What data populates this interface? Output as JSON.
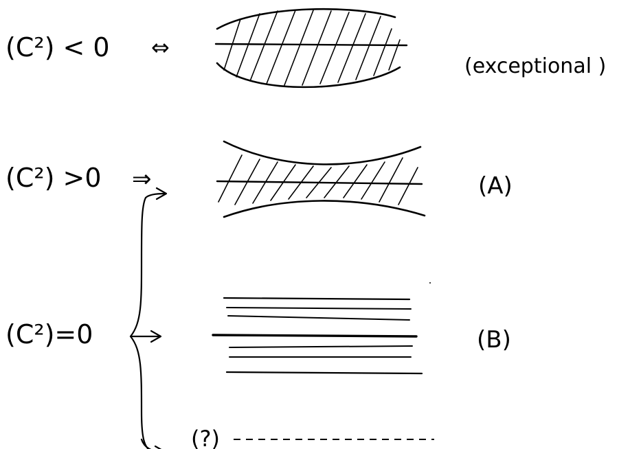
{
  "rows": [
    {
      "condition": "(C²) < 0",
      "relation": "⇔",
      "case_label": "(exceptional )"
    },
    {
      "condition": "(C²) >0",
      "relation": "⇒",
      "case_label": "(A)"
    },
    {
      "condition": "(C²)=0",
      "relation": "",
      "case_label": "(B)"
    },
    {
      "condition": "",
      "relation": "",
      "case_label": "(?)"
    }
  ],
  "colors": {
    "ink": "#000000",
    "paper": "#ffffff"
  }
}
